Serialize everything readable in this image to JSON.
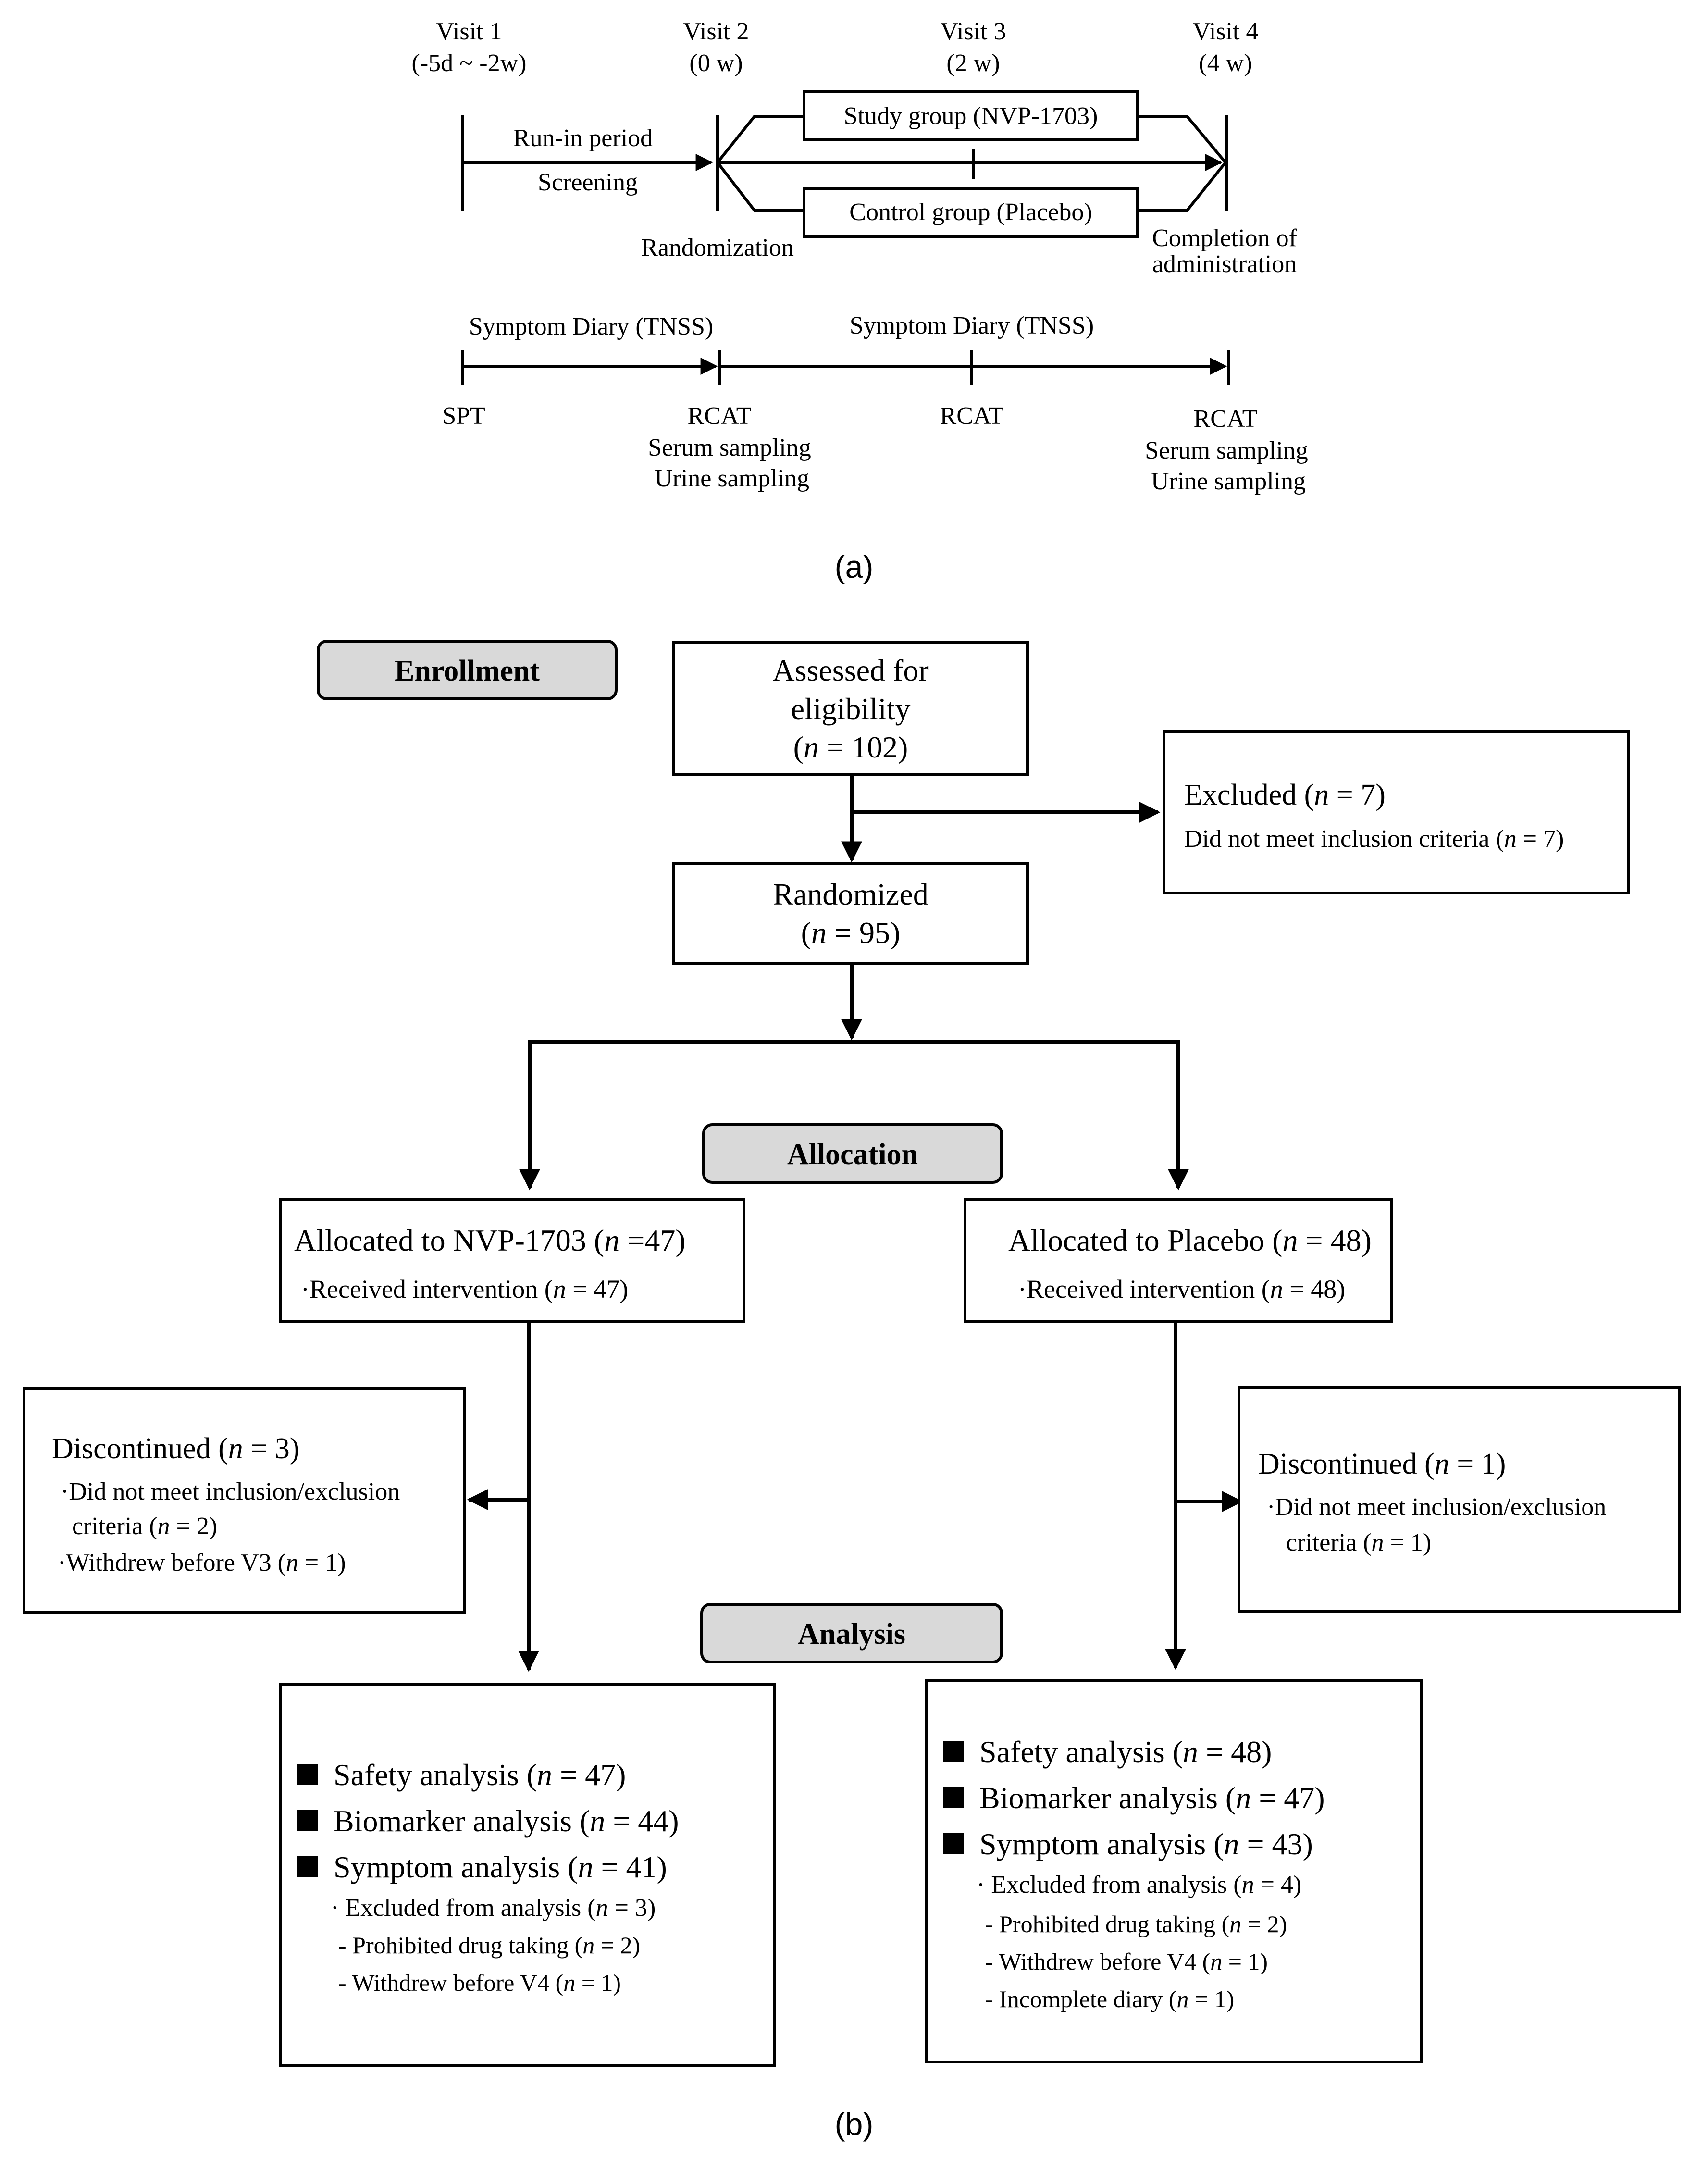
{
  "timeline": {
    "visits": [
      {
        "label": "Visit 1",
        "time": "(-5d ~ -2w)"
      },
      {
        "label": "Visit 2",
        "time": "(0 w)"
      },
      {
        "label": "Visit 3",
        "time": "(2 w)"
      },
      {
        "label": "Visit 4",
        "time": "(4 w)"
      }
    ],
    "run_in": "Run-in period",
    "screening": "Screening",
    "study_group": "Study group (NVP-1703)",
    "control_group": "Control group (Placebo)",
    "randomization": "Randomization",
    "completion_line1": "Completion of",
    "completion_line2": "administration",
    "diary_1": "Symptom Diary (TNSS)",
    "diary_2": "Symptom Diary (TNSS)",
    "spt": "SPT",
    "v2_procedures": [
      "RCAT",
      "Serum sampling",
      "Urine sampling"
    ],
    "v3_procedures": [
      "RCAT"
    ],
    "v4_procedures": [
      "RCAT",
      "Serum sampling",
      "Urine sampling"
    ],
    "panel_label": "(a)"
  },
  "flow": {
    "enrollment": "Enrollment",
    "allocation": "Allocation",
    "analysis": "Analysis",
    "assessed": {
      "line1": "Assessed for",
      "line2": "eligibility",
      "n_text": "n",
      "n_value": " = 102)"
    },
    "excluded": {
      "title": "Excluded (",
      "n_value": " = 7)",
      "reason": "Did not meet inclusion criteria (",
      "reason_n": " = 7)"
    },
    "randomized": {
      "title": "Randomized",
      "n_value": " = 95)"
    },
    "nvp": {
      "title": "Allocated to NVP-1703 (",
      "n_value": "  =47)",
      "received": "·Received intervention (",
      "received_n": " = 47)"
    },
    "placebo": {
      "title": "Allocated to Placebo (",
      "n_value": " = 48)",
      "received": "·Received intervention (",
      "received_n": " = 48)"
    },
    "disc_left": {
      "title": "Discontinued (",
      "n_value": " = 3)",
      "l1": "·Did not meet inclusion/exclusion",
      "l2": "criteria (",
      "l2_n": " = 2)",
      "l3": "·Withdrew before V3 (",
      "l3_n": " = 1)"
    },
    "disc_right": {
      "title": "Discontinued (",
      "n_value": " = 1)",
      "l1": "·Did not meet inclusion/exclusion",
      "l2": "criteria (",
      "l2_n": " = 1)"
    },
    "analysis_left": {
      "safety": "Safety analysis (",
      "safety_n": " = 47)",
      "biomarker": "Biomarker analysis (",
      "biomarker_n": " = 44)",
      "symptom": "Symptom analysis (",
      "symptom_n": " = 41)",
      "excluded": "· Excluded from analysis (",
      "excluded_n": " = 3)",
      "d1": "- Prohibited drug taking (",
      "d1_n": " = 2)",
      "d2": "- Withdrew before V4 (",
      "d2_n": " = 1)"
    },
    "analysis_right": {
      "safety": "Safety analysis (",
      "safety_n": " = 48)",
      "biomarker": "Biomarker analysis (",
      "biomarker_n": " = 47)",
      "symptom": "Symptom analysis (",
      "symptom_n": " = 43)",
      "excluded": "· Excluded from analysis (",
      "excluded_n": " = 4)",
      "d1": "- Prohibited drug taking (",
      "d1_n": " = 2)",
      "d2": "- Withdrew before V4 (",
      "d2_n": " = 1)",
      "d3": "- Incomplete diary (",
      "d3_n": " = 1)"
    },
    "n_symbol": "n",
    "panel_label": "(b)"
  }
}
